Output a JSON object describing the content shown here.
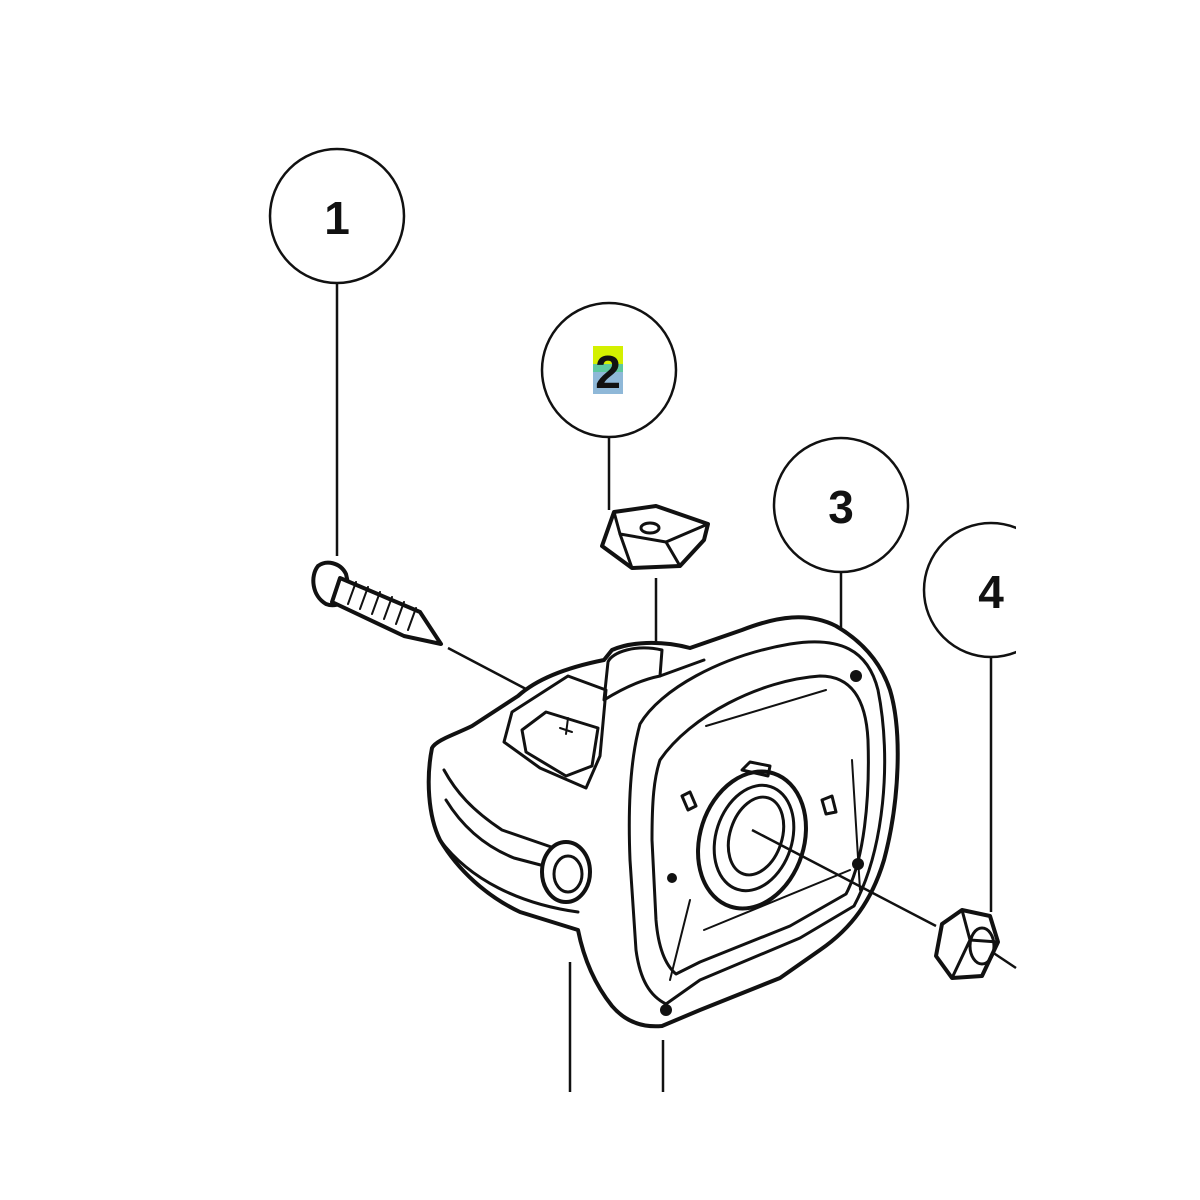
{
  "colors": {
    "line": "#111111",
    "background": "#ffffff",
    "highlight_yellow": "#d4f000",
    "highlight_blue": "#8fb8d8"
  },
  "callouts": [
    {
      "number": "1",
      "part": "screw"
    },
    {
      "number": "2",
      "part": "clamp-plate",
      "highlighted": true
    },
    {
      "number": "3",
      "part": "gear-housing"
    },
    {
      "number": "4",
      "part": "hex-nut"
    }
  ]
}
